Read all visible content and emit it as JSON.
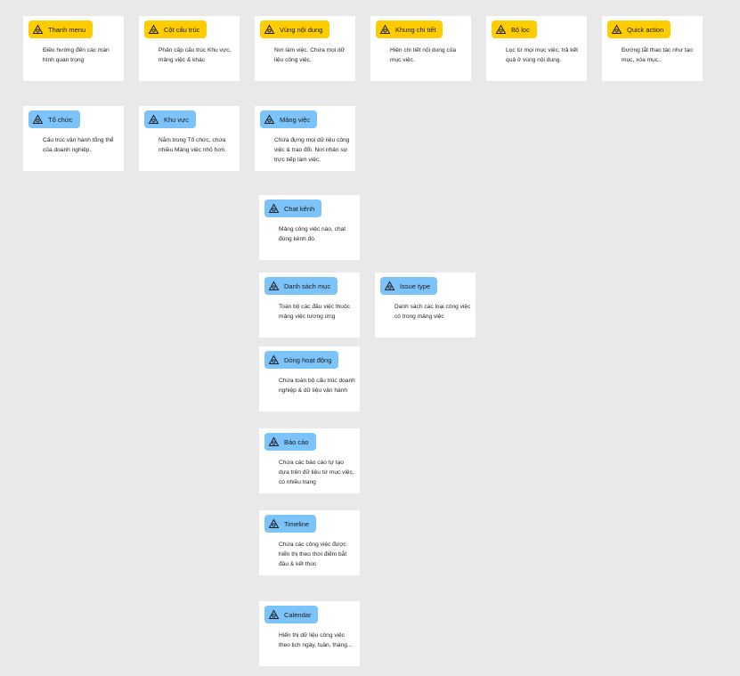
{
  "cards": [
    {
      "id": "thanh-menu",
      "label": "Thanh menu",
      "desc": "Điều hướng đến các màn hình quan trọng",
      "color": "#ffcc00",
      "icon": "component-icon"
    },
    {
      "id": "cot-cau-truc",
      "label": "Cột cấu trúc",
      "desc": "Phân cấp cấu trúc Khu vực, mảng việc & khác",
      "color": "#ffcc00",
      "icon": "component-icon"
    },
    {
      "id": "vung-noi-dung",
      "label": "Vùng nội dung",
      "desc": "Nơi làm việc. Chứa mọi dữ liệu công việc.",
      "color": "#ffcc00",
      "icon": "component-icon"
    },
    {
      "id": "khung-chi-tiet",
      "label": "Khung chi tiết",
      "desc": "Hiện chi tiết nội dung của mục việc.",
      "color": "#ffcc00",
      "icon": "component-icon"
    },
    {
      "id": "bo-loc",
      "label": "Bộ lọc",
      "desc": "Lọc từ mọi mục việc, trả kết quả ở vùng nội dung.",
      "color": "#ffcc00",
      "icon": "component-icon"
    },
    {
      "id": "quick-action",
      "label": "Quick action",
      "desc": "Đường tắt thao tác như tạo mục, xóa mục..",
      "color": "#ffcc00",
      "icon": "component-icon"
    },
    {
      "id": "to-chuc",
      "label": "Tổ chức",
      "desc": "Cấu trúc vận hành tổng thể của doanh nghiệp.",
      "color": "#7cc3f9",
      "icon": "component-icon"
    },
    {
      "id": "khu-vuc",
      "label": "Khu vực",
      "desc": "Nằm trong Tổ chức, chứa nhiều Mảng việc nhỏ hơn.",
      "color": "#7cc3f9",
      "icon": "component-icon"
    },
    {
      "id": "mang-viec",
      "label": "Mảng việc",
      "desc": "Chứa đựng mọi dữ liệu công việc & trao đổi. Nơi nhân sự trực tiếp làm việc.",
      "color": "#7cc3f9",
      "icon": "component-icon"
    },
    {
      "id": "chat-kenh",
      "label": "Chat kênh",
      "desc": "Mảng công việc nào, chat đúng kênh đó.",
      "color": "#7cc3f9",
      "icon": "component-icon"
    },
    {
      "id": "danh-sach-muc",
      "label": "Danh sách mục",
      "desc": "Toàn bộ các đầu việc thuộc mảng việc tương ứng",
      "color": "#7cc3f9",
      "icon": "component-icon"
    },
    {
      "id": "issue-type",
      "label": "Issue type",
      "desc": "Danh sách các loại công việc có trong mảng việc",
      "color": "#7cc3f9",
      "icon": "component-icon"
    },
    {
      "id": "dong-hoat-dong",
      "label": "Dòng hoạt động",
      "desc": "Chứa toàn bộ cấu trúc doanh nghiệp & dữ liệu vận hành",
      "color": "#7cc3f9",
      "icon": "component-icon"
    },
    {
      "id": "bao-cao",
      "label": "Báo cáo",
      "desc": "Chứa các báo cáo tự tạo dựa trên dữ liệu từ mục việc, có nhiều trang",
      "color": "#7cc3f9",
      "icon": "component-icon"
    },
    {
      "id": "timeline",
      "label": "Timeline",
      "desc": "Chứa các công việc được hiển thị theo thời điểm bắt đầu & kết thúc",
      "color": "#7cc3f9",
      "icon": "component-icon"
    },
    {
      "id": "calendar",
      "label": "Calendar",
      "desc": "Hiển thị dữ liệu công việc theo lịch ngày, tuần, tháng...",
      "color": "#7cc3f9",
      "icon": "component-icon"
    }
  ]
}
